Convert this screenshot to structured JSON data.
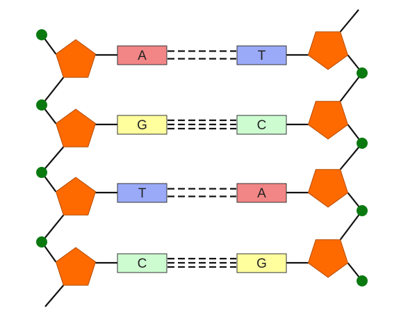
{
  "pairs": [
    {
      "left": "A",
      "right": "T",
      "bonds": 2
    },
    {
      "left": "G",
      "right": "C",
      "bonds": 3
    },
    {
      "left": "T",
      "right": "A",
      "bonds": 2
    },
    {
      "left": "C",
      "right": "G",
      "bonds": 3
    }
  ],
  "colors": {
    "A": "#f28585",
    "T": "#9aaaf8",
    "G": "#ffff9e",
    "C": "#ccfcd0",
    "sugar": "#ff6a00",
    "phosphate": "#0a7a10",
    "line": "#111111"
  }
}
